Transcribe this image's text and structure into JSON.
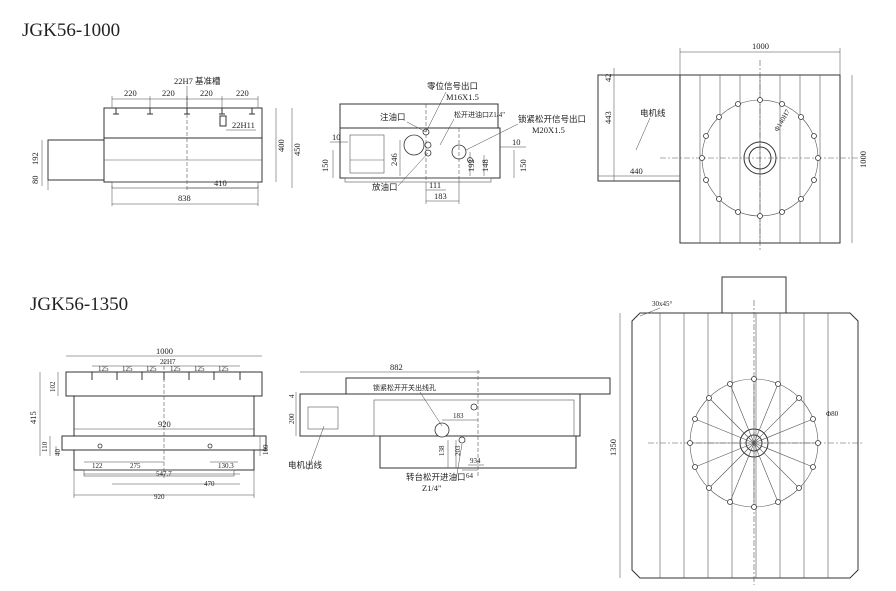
{
  "models": [
    {
      "title": "JGK56-1000"
    },
    {
      "title": "JGK56-1350"
    }
  ],
  "top_front": {
    "spacing": [
      "220",
      "220",
      "220",
      "220"
    ],
    "fit_slot": "22H7 基准槽",
    "slot2": "22H11",
    "h1": "192",
    "h2": "80",
    "h3": "400",
    "h4": "450",
    "w1": "410",
    "w2": "838"
  },
  "top_side": {
    "zero_signal": "零位信号出口",
    "thread1": "M16X1.5",
    "oil_inlet": "注油口",
    "release_port": "松开进油口Z1/4\"",
    "clamp_signal": "锁紧松开信号出口",
    "thread2": "M20X1.5",
    "drain": "放油口",
    "d10a": "10",
    "d10b": "10",
    "d150a": "150",
    "d150b": "150",
    "d246": "246",
    "d192": "192",
    "d148": "148",
    "d111": "111",
    "d183": "183"
  },
  "top_plan": {
    "width": "1000",
    "depth": "1000",
    "d42": "42",
    "d443": "443",
    "d440": "440",
    "motor": "电机线",
    "bore": "Φ140H7"
  },
  "bot_front": {
    "total": "1000",
    "spacing": [
      "125",
      "125",
      "125",
      "125",
      "125",
      "125"
    ],
    "slot": "22H7",
    "h102": "102",
    "h415": "415",
    "h110": "110",
    "h40": "40",
    "h109": "109",
    "d920a": "920",
    "d122": "122",
    "d275": "275",
    "d130": "130.3",
    "d547": "547.7",
    "d470": "470",
    "d920b": "920"
  },
  "bot_side": {
    "d882": "882",
    "d4": "4",
    "d200": "200",
    "clamp_label": "锁紧松开开关出线孔",
    "d183": "183",
    "d138": "138",
    "d203": "203",
    "d934": "934",
    "d64": "64",
    "motor": "电机出线",
    "port": "转台松开进油口",
    "port_size": "Z1/4\""
  },
  "bot_plan": {
    "chamfer": "30x45°",
    "phi": "Φ80",
    "height": "1350"
  }
}
